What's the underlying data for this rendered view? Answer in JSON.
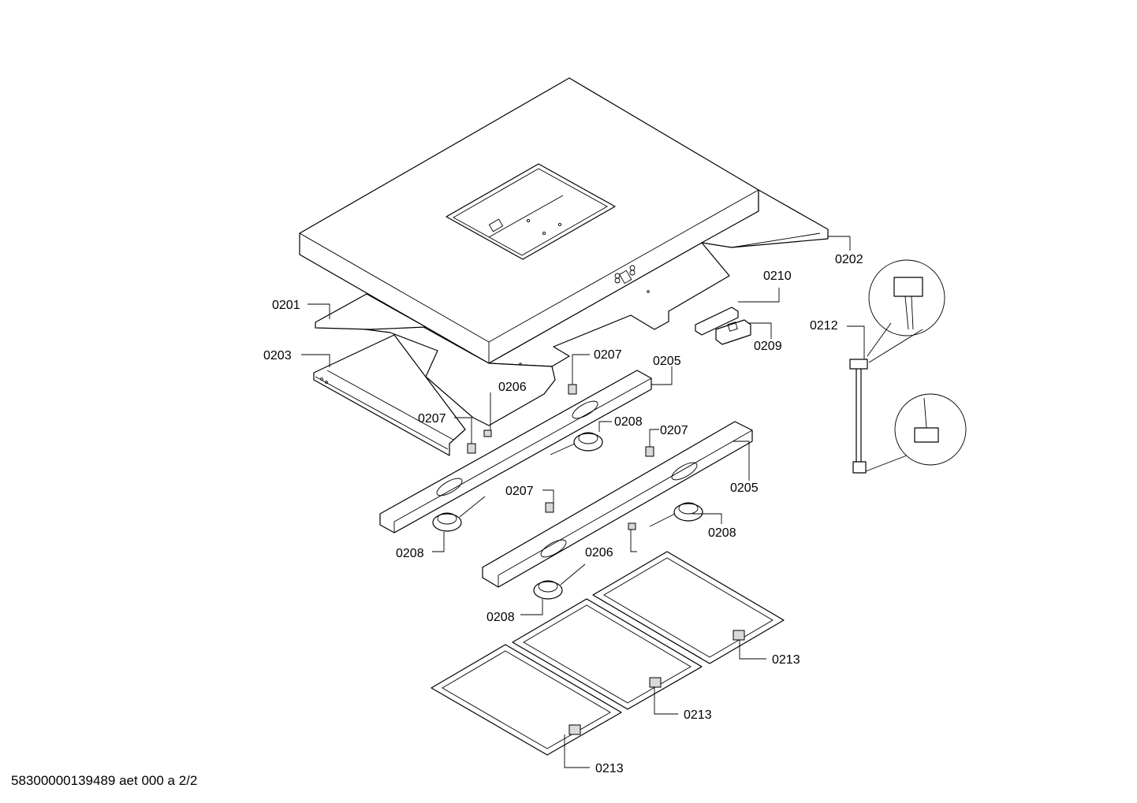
{
  "drawing": {
    "document_code": "58300000139489 aet 000 a 2/2",
    "callouts": [
      {
        "id": "c0201",
        "label": "0201"
      },
      {
        "id": "c0202",
        "label": "0202"
      },
      {
        "id": "c0203",
        "label": "0203"
      },
      {
        "id": "c0205a",
        "label": "0205"
      },
      {
        "id": "c0205b",
        "label": "0205"
      },
      {
        "id": "c0206a",
        "label": "0206"
      },
      {
        "id": "c0206b",
        "label": "0206"
      },
      {
        "id": "c0207a",
        "label": "0207"
      },
      {
        "id": "c0207b",
        "label": "0207"
      },
      {
        "id": "c0207c",
        "label": "0207"
      },
      {
        "id": "c0207d",
        "label": "0207"
      },
      {
        "id": "c0208a",
        "label": "0208"
      },
      {
        "id": "c0208b",
        "label": "0208"
      },
      {
        "id": "c0208c",
        "label": "0208"
      },
      {
        "id": "c0208d",
        "label": "0208"
      },
      {
        "id": "c0209",
        "label": "0209"
      },
      {
        "id": "c0210",
        "label": "0210"
      },
      {
        "id": "c0212",
        "label": "0212"
      },
      {
        "id": "c0213a",
        "label": "0213"
      },
      {
        "id": "c0213b",
        "label": "0213"
      },
      {
        "id": "c0213c",
        "label": "0213"
      }
    ]
  }
}
